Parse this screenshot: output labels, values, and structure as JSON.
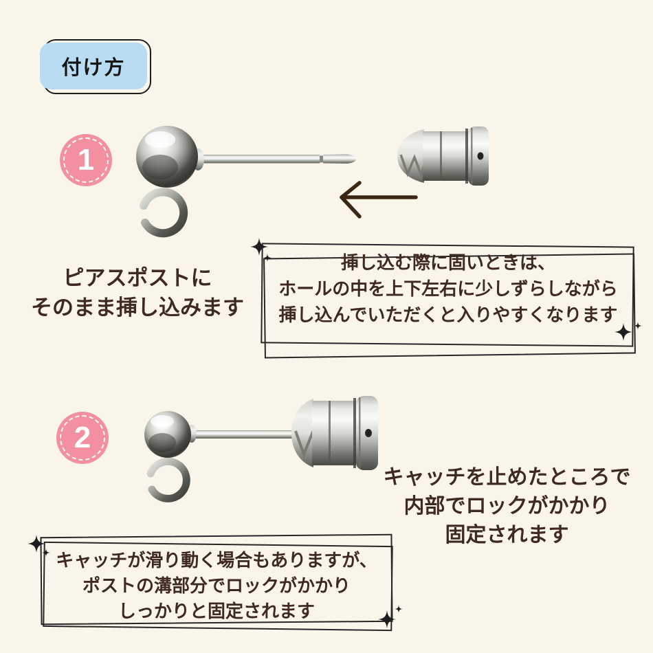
{
  "page": {
    "background": "#faf5eb",
    "text_color": "#3f2a20"
  },
  "title_badge": {
    "label": "付け方",
    "bg": "#b9dcf2",
    "outline": "#1d1d1d"
  },
  "steps": [
    {
      "number": "1",
      "caption_lines": [
        "ピアスポストに",
        "そのまま挿し込みます"
      ],
      "note_lines": [
        "挿し込む際に固いときは、",
        "ホールの中を上下左右に少しずらしながら",
        "挿し込んでいただくと入りやすくなります"
      ]
    },
    {
      "number": "2",
      "caption_lines": [
        "キャッチを止めたところで",
        "内部でロックがかかり",
        "固定されます"
      ],
      "note_lines": [
        "キャッチが滑り動く場合もありますが、",
        "ポストの溝部分でロックがかかり",
        "しっかりと固定されます"
      ]
    }
  ],
  "colors": {
    "step_badge_pink": "#f2909f",
    "note_border": "#262626",
    "arrow_brown": "#3a2815",
    "badge_blue": "#b9dcf2",
    "metal_light": "#fafaf8",
    "metal_dark": "#4a4a44"
  },
  "icons": {
    "arrow": "left-arrow",
    "sparkle": "four-point-star"
  }
}
